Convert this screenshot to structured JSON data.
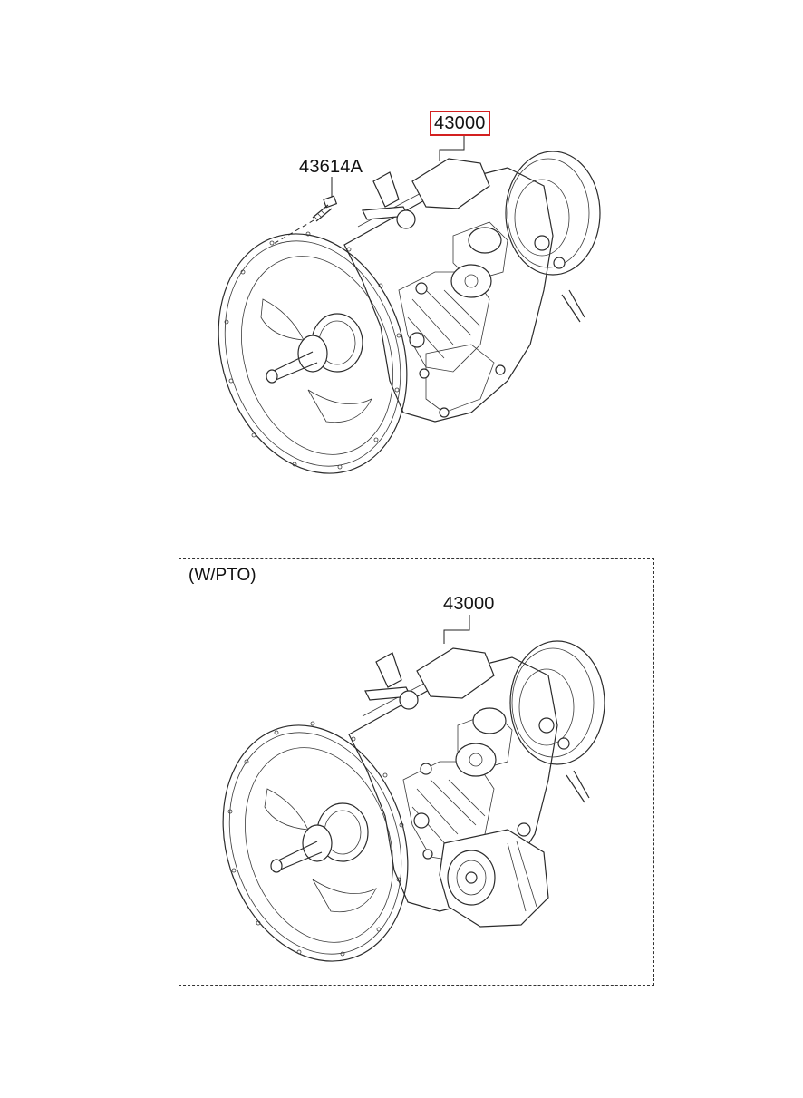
{
  "callouts": {
    "part_top": "43000",
    "bolt": "43614A",
    "part_bottom": "43000"
  },
  "variant_label": "(W/PTO)",
  "colors": {
    "highlight": "#d32020",
    "line": "#2b2b2b"
  }
}
